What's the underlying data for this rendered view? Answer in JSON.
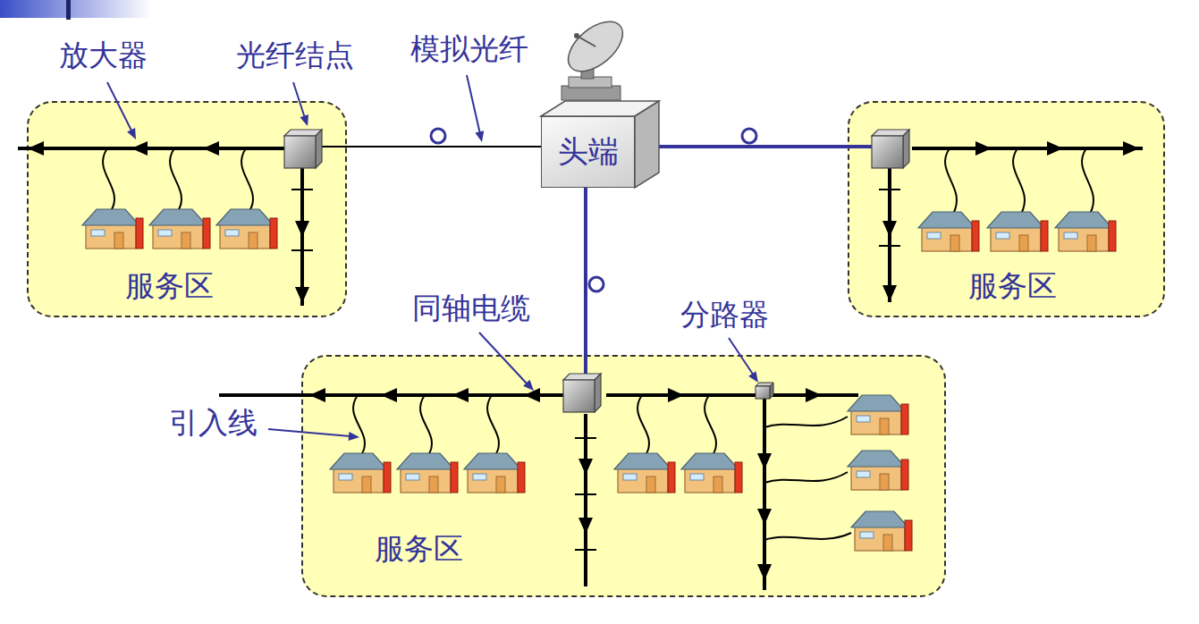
{
  "diagram": {
    "nodes": [
      {
        "text": [
          "服务区"
        ]
      },
      {
        "text": [
          "头端"
        ]
      },
      {
        "text": [
          "服务区"
        ]
      },
      {
        "text": [
          "服务区"
        ]
      }
    ],
    "edges": [
      {
        "from": 1,
        "to": 0,
        "arrow": "none"
      },
      {
        "from": 1,
        "to": 2,
        "arrow": "none"
      },
      {
        "from": 1,
        "to": 3,
        "arrow": "none"
      }
    ],
    "labels": [
      "放大器",
      "光纤结点",
      "模拟光纤",
      "同轴电缆",
      "分路器",
      "引入线"
    ]
  }
}
